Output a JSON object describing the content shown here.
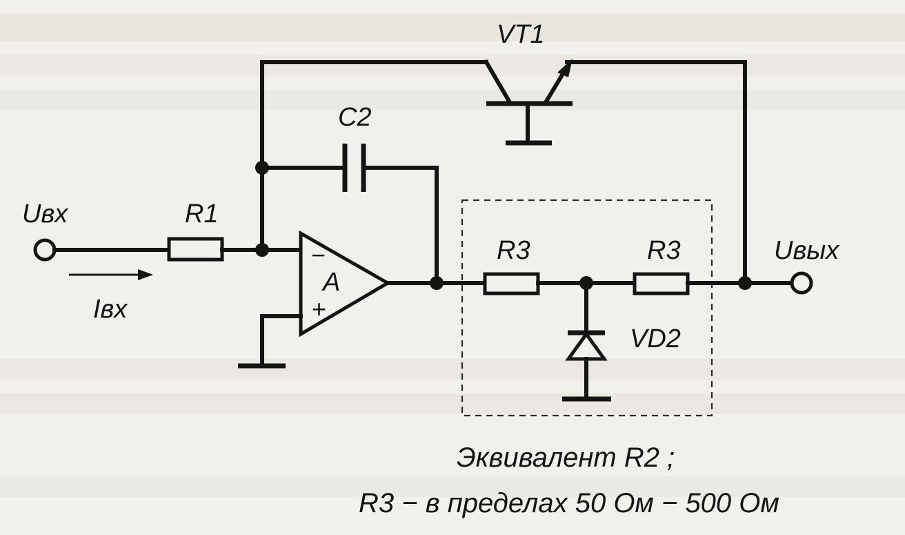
{
  "labels": {
    "input_voltage": "Uвх",
    "output_voltage": "Uвых",
    "input_current": "Iвх",
    "r1": "R1",
    "c2": "C2",
    "vt1": "VT1",
    "r3_left": "R3",
    "r3_right": "R3",
    "vd2": "VD2",
    "opamp": "A",
    "opamp_minus": "−",
    "opamp_plus": "+"
  },
  "caption": {
    "line1": "Эквивалент R2 ;",
    "line2": "R3 − в пределах 50 Ом − 500 Ом"
  },
  "colors": {
    "ink": "#141414",
    "paper": "#f2f0ec"
  }
}
